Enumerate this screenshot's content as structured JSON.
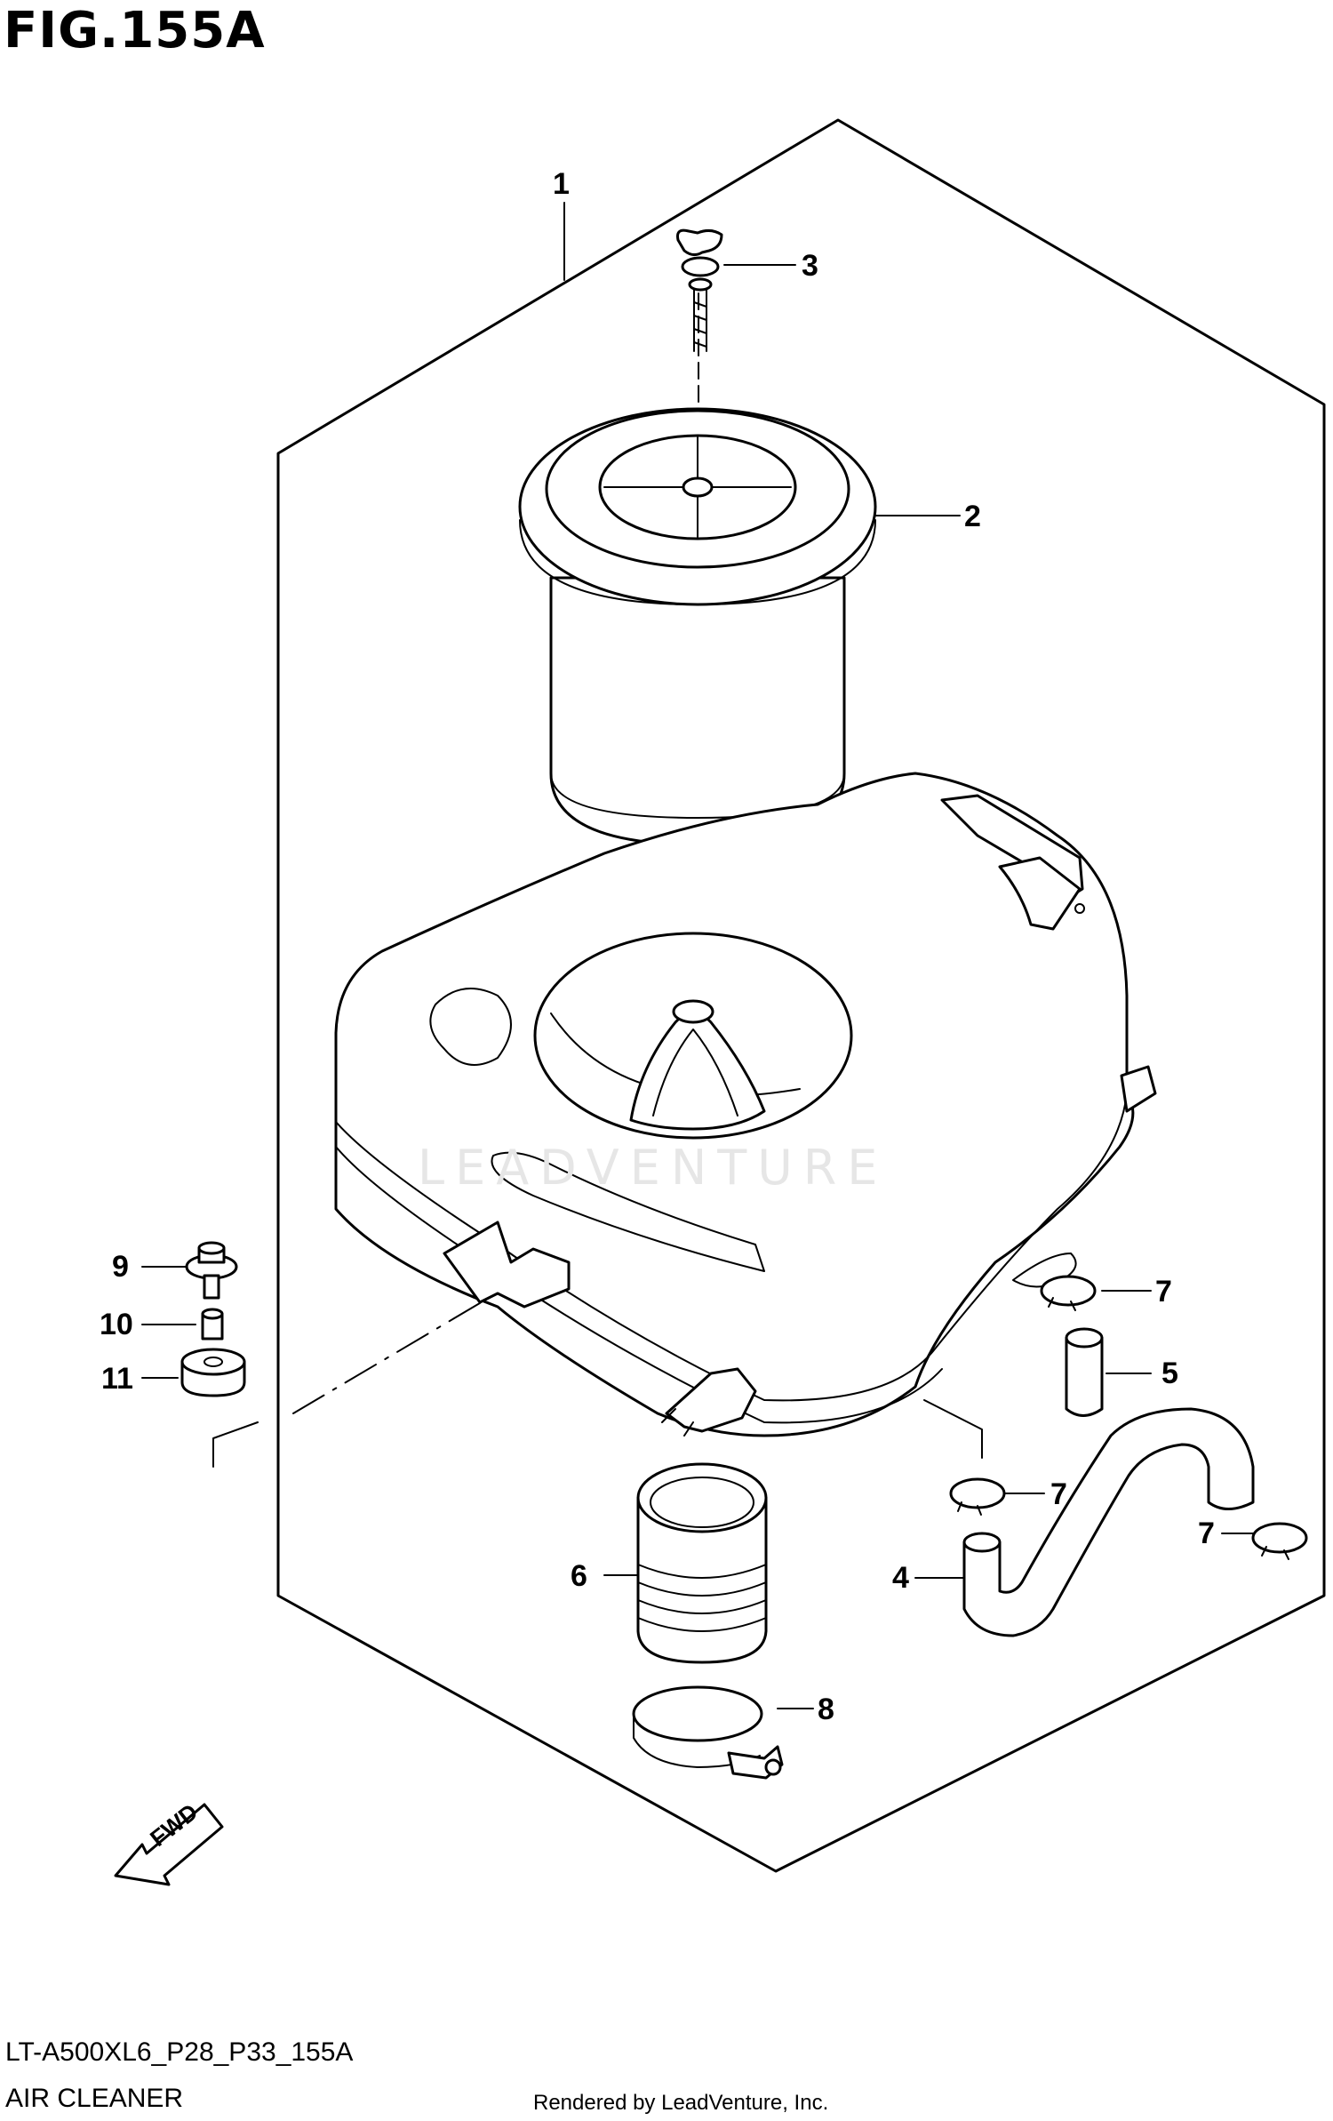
{
  "figure": {
    "title": "FIG.155A",
    "model_code": "LT-A500XL6_P28_P33_155A",
    "diagram_name": "AIR CLEANER",
    "rendered_by": "Rendered by LeadVenture, Inc.",
    "watermark": "LEADVENTURE"
  },
  "callouts": [
    "1",
    "2",
    "3",
    "4",
    "5",
    "6",
    "7",
    "7",
    "7",
    "8",
    "9",
    "10",
    "11"
  ],
  "fwd_label": "FWD"
}
